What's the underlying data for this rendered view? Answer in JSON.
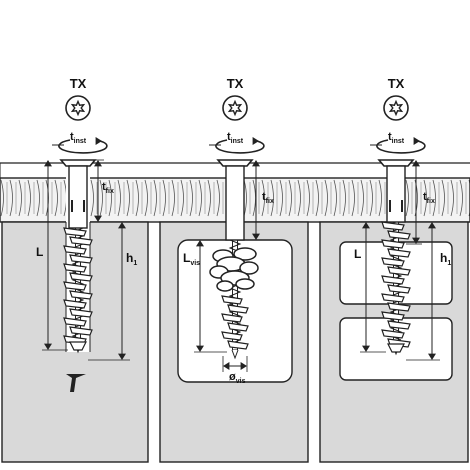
{
  "panels": [
    {
      "drive_label": "TX",
      "torque_main": "t",
      "torque_sub": "inst",
      "fixture_main": "t",
      "fixture_sub": "fix",
      "length_main": "L",
      "length_sub": "",
      "depth_main": "h",
      "depth_sub": "1"
    },
    {
      "drive_label": "TX",
      "torque_main": "t",
      "torque_sub": "inst",
      "fixture_main": "t",
      "fixture_sub": "fix",
      "length_main": "L",
      "length_sub": "vis",
      "diameter_main": "ø",
      "diameter_sub": "vis"
    },
    {
      "drive_label": "TX",
      "torque_main": "t",
      "torque_sub": "inst",
      "fixture_main": "t",
      "fixture_sub": "fix",
      "length_main": "L",
      "length_sub": "",
      "depth_main": "h",
      "depth_sub": "1"
    }
  ],
  "colors": {
    "base_material": "#d9d9d9",
    "cavity": "#ffffff",
    "fixture": "#f2f2f2",
    "line": "#222222"
  }
}
